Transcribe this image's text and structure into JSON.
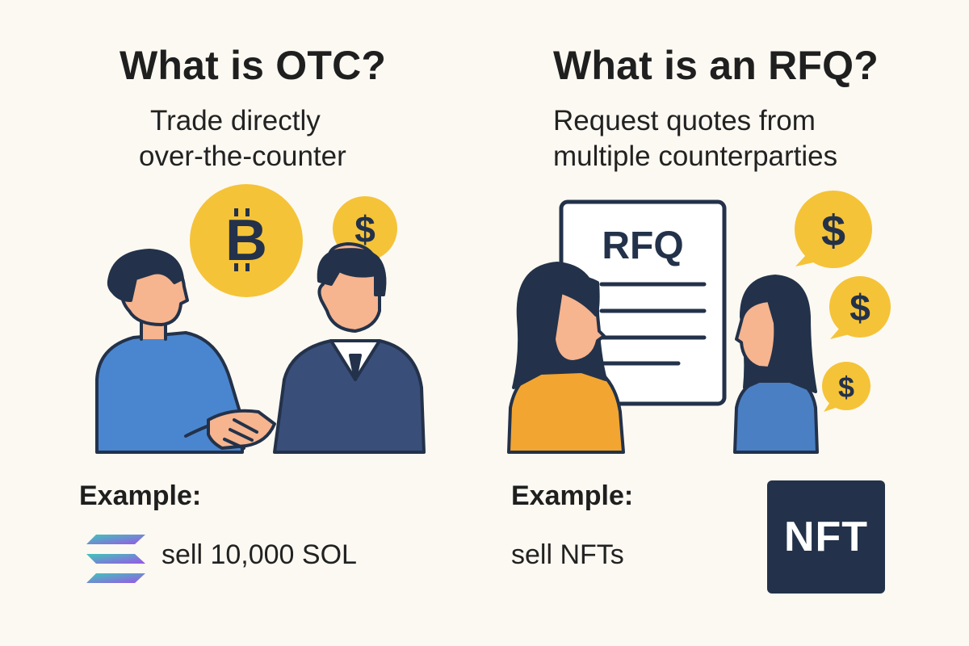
{
  "otc": {
    "title": "What is OTC?",
    "subtitle_line1": "Trade directly",
    "subtitle_line2": "over-the-counter",
    "coin_symbol": "B",
    "bubble_symbol": "$",
    "example_label": "Example:",
    "example_text": "sell 10,000 SOL"
  },
  "rfq": {
    "title": "What is an RFQ?",
    "subtitle_line1": "Request quotes from",
    "subtitle_line2": "multiple counterparties",
    "document_label": "RFQ",
    "bubble_symbol": "$",
    "example_label": "Example:",
    "example_text": "sell NFTs",
    "badge_text": "NFT"
  },
  "colors": {
    "background": "#fcf9f2",
    "gold": "#f5c338",
    "navy": "#23324a",
    "blue_shirt": "#4a86cf",
    "orange_shirt": "#f2a531",
    "skin": "#f6b48f"
  }
}
